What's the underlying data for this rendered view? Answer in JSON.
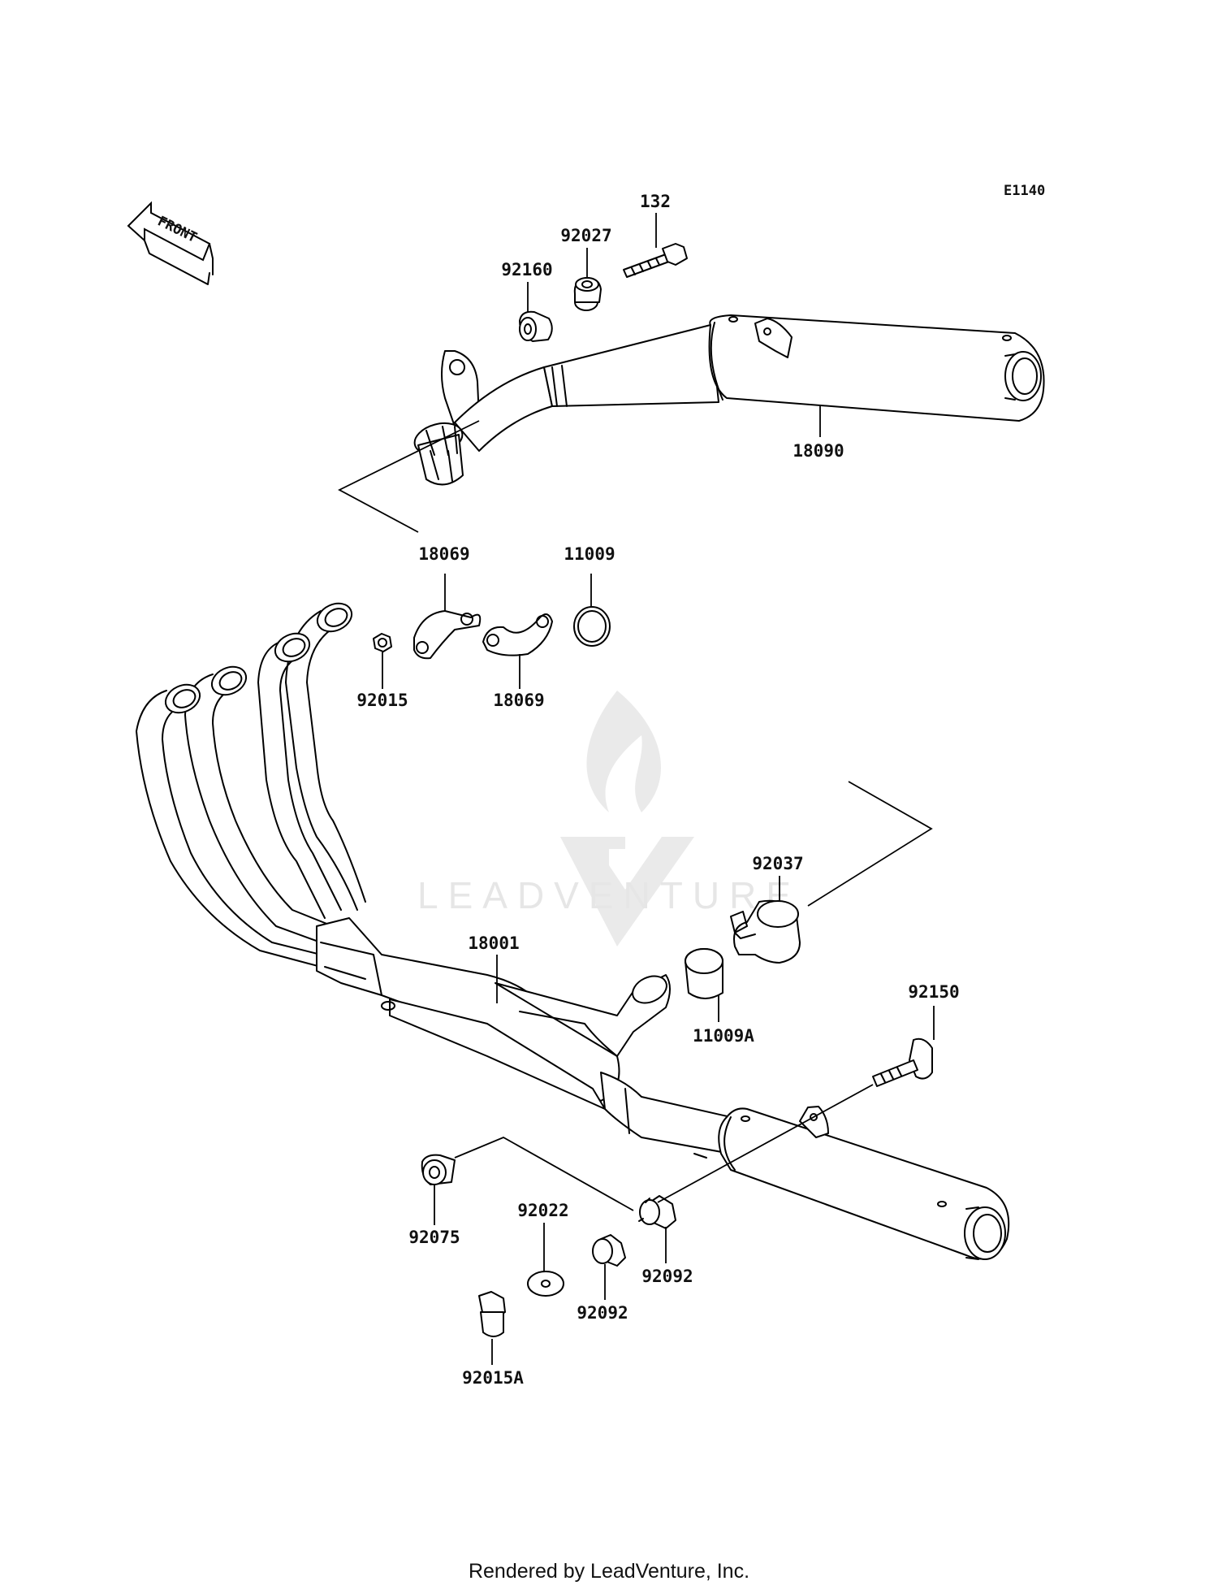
{
  "diagram": {
    "code": "E1140",
    "front_arrow_text": "FRONT",
    "watermark_text": "LEADVENTURE",
    "parts": [
      {
        "id": "132",
        "label": "132"
      },
      {
        "id": "92027",
        "label": "92027"
      },
      {
        "id": "92160",
        "label": "92160"
      },
      {
        "id": "18090",
        "label": "18090"
      },
      {
        "id": "18069-upper",
        "label": "18069"
      },
      {
        "id": "11009",
        "label": "11009"
      },
      {
        "id": "92015",
        "label": "92015"
      },
      {
        "id": "18069-lower",
        "label": "18069"
      },
      {
        "id": "92037",
        "label": "92037"
      },
      {
        "id": "18001",
        "label": "18001"
      },
      {
        "id": "11009A",
        "label": "11009A"
      },
      {
        "id": "92150",
        "label": "92150"
      },
      {
        "id": "92075",
        "label": "92075"
      },
      {
        "id": "92022",
        "label": "92022"
      },
      {
        "id": "92092-right",
        "label": "92092"
      },
      {
        "id": "92092-left",
        "label": "92092"
      },
      {
        "id": "92015A",
        "label": "92015A"
      }
    ]
  },
  "footer": {
    "text": "Rendered by LeadVenture, Inc."
  }
}
